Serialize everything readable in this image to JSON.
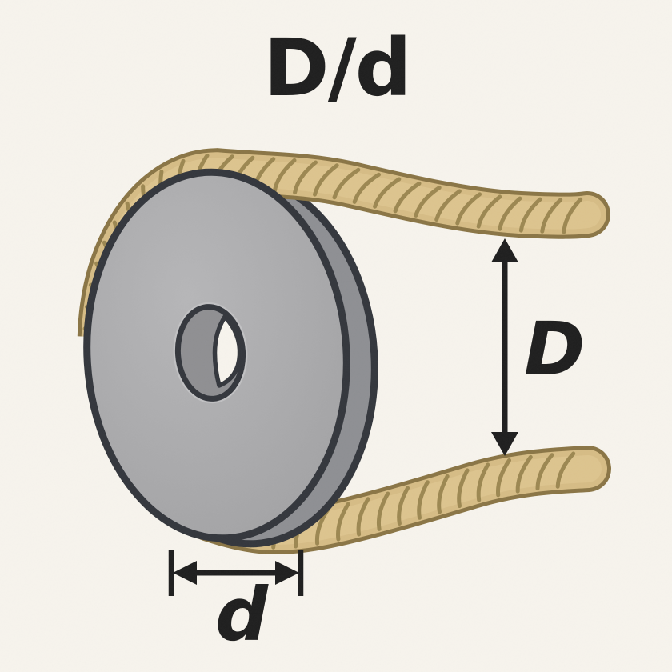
{
  "diagram": {
    "title": "D/d",
    "dimension_labels": {
      "sheave": "D",
      "rope": "d"
    },
    "colors": {
      "background": "#f7f4ed",
      "rope_fill": "#d6bc85",
      "rope_fill_light": "#ddc48e",
      "rope_outline": "#8a7545",
      "rope_strand": "#9c8751",
      "pulley_face": "#aaaaac",
      "pulley_rim": "#8e8f93",
      "pulley_outline": "#33363c",
      "pulley_bore": "#8f8f92",
      "ink": "#1e1e1e"
    }
  }
}
